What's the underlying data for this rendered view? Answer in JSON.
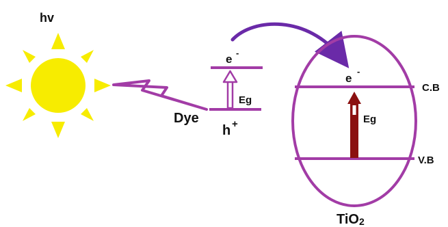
{
  "labels": {
    "light": "hv",
    "dye": "Dye",
    "electron_dye": "e",
    "electron_minus_dye": "-",
    "hole": "h",
    "hole_plus": "+",
    "gap_dye": "Eg",
    "electron_tio2": "e",
    "electron_minus_tio2": "-",
    "gap_tio2": "Eg",
    "conduction_band": "C.B",
    "valence_band": "V.B",
    "semiconductor_main": "TiO",
    "semiconductor_sub": "2"
  },
  "colors": {
    "sun": "#f7ec00",
    "purple": "#a23ca6",
    "arrow_dark_red": "#8b1010",
    "curve_arrow": "#6a2aa8",
    "text": "#111111"
  },
  "icons": {
    "sun": "sun-icon",
    "lightning": "lightning-bolt-icon"
  }
}
